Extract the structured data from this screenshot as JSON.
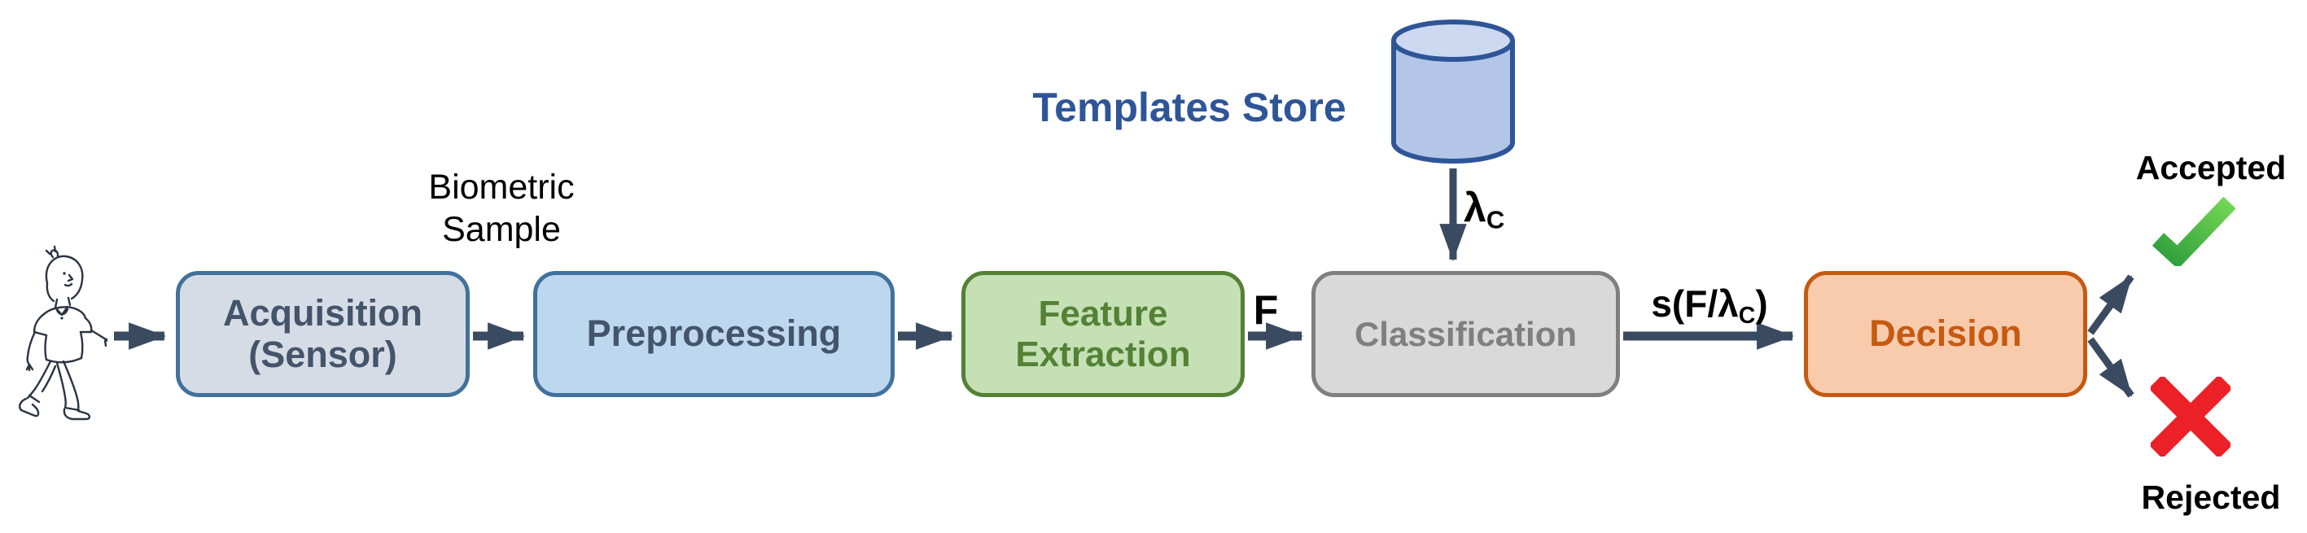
{
  "diagram": {
    "description_note": "",
    "input_label": {
      "line1": "Biometric",
      "line2": "Sample"
    },
    "nodes": [
      {
        "id": "acquisition",
        "line1": "Acquisition",
        "line2": "(Sensor)",
        "fill": "#d6dce5",
        "border": "#41719c",
        "text_color": "#44546a"
      },
      {
        "id": "preprocessing",
        "line1": "Preprocessing",
        "line2": "",
        "fill": "#bdd7ee",
        "border": "#41719c",
        "text_color": "#44546a"
      },
      {
        "id": "feature-extraction",
        "line1": "Feature",
        "line2": "Extraction",
        "fill": "#c5e0b4",
        "border": "#538135",
        "text_color": "#538135"
      },
      {
        "id": "classification",
        "line1": "Classification",
        "line2": "",
        "fill": "#d9d9d9",
        "border": "#7f7f7f",
        "text_color": "#7f7f7f"
      },
      {
        "id": "decision",
        "line1": "Decision",
        "line2": "",
        "fill": "#f8cbad",
        "border": "#c55a11",
        "text_color": "#c55a11"
      }
    ],
    "templates_store": {
      "label": "Templates Store",
      "text_color": "#2e5597"
    },
    "edge_labels": {
      "feature_vector": "F",
      "lambda": {
        "base": "λ",
        "sub": "C"
      },
      "score": {
        "pre": "s(F/λ",
        "sub": "C",
        "post": ")"
      }
    },
    "outcomes": {
      "accepted_label": "Accepted",
      "rejected_label": "Rejected"
    },
    "icons": {
      "input": "walking-person-sketch",
      "templates_store": "database-cylinder",
      "accepted": "green-check-mark",
      "rejected": "red-cross-mark"
    },
    "colors": {
      "arrow": "#3a4a60",
      "cylinder_fill": "#b4c6e7",
      "cylinder_top_fill": "#cdd9f1",
      "cylinder_border": "#2e5597",
      "check_green_dark": "#2e9e3d",
      "check_green_light": "#74d653",
      "cross_red": "#ec2027",
      "label_text": "#000000"
    }
  }
}
